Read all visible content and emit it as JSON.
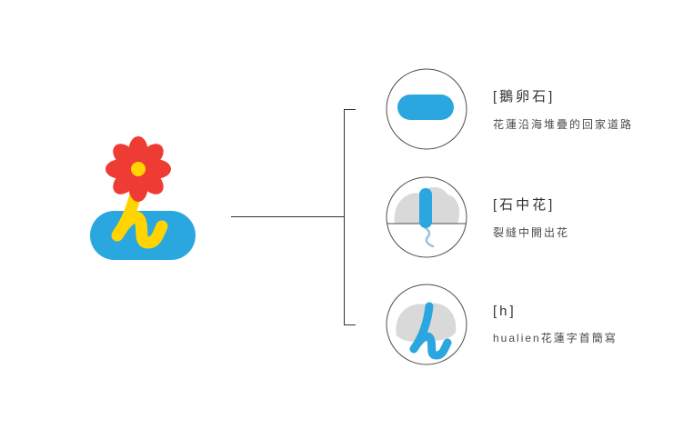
{
  "logo": {
    "colors": {
      "red": "#EE3B33",
      "yellow": "#FFD400",
      "blue": "#2BA7E0"
    }
  },
  "diagram": {
    "colors": {
      "stone_gray": "#D9D9D9",
      "crack_blue": "#9EC1D4"
    },
    "items": [
      {
        "label": "[鵝卵石]",
        "description": "花蓮沿海堆疊的回家道路"
      },
      {
        "label": "[石中花]",
        "description": "裂縫中開出花"
      },
      {
        "label": "[h]",
        "description": "hualien花蓮字首簡寫"
      }
    ]
  }
}
